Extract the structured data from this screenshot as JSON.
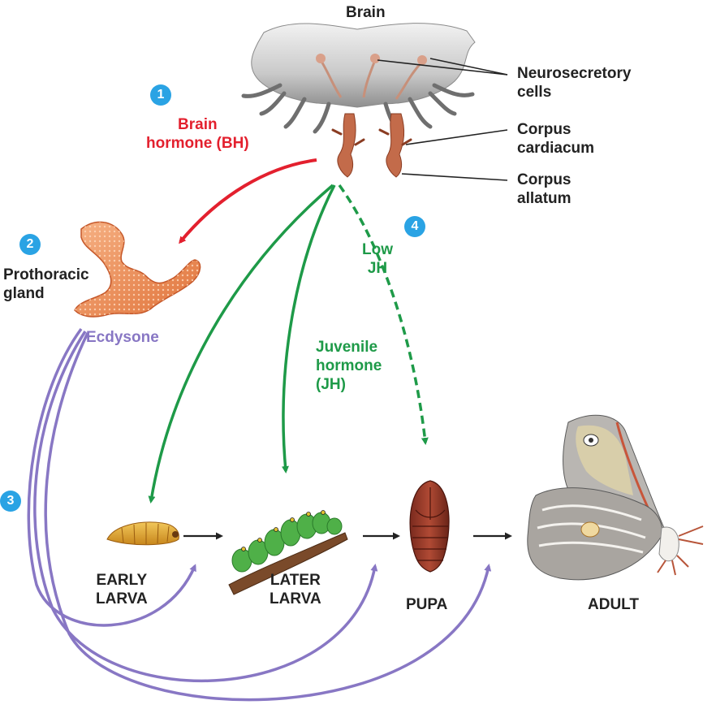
{
  "title": "Brain",
  "colors": {
    "brain_hormone": "#e3202e",
    "juvenile_hormone": "#1e9a48",
    "ecdysone": "#8877c4",
    "step_badge": "#2aa3e4",
    "label_text": "#222222"
  },
  "brain_labels": {
    "neurosecretory": [
      "Neurosecretory",
      "cells"
    ],
    "corpus_cardiacum": [
      "Corpus",
      "cardiacum"
    ],
    "corpus_allatum": [
      "Corpus",
      "allatum"
    ]
  },
  "steps": [
    {
      "number": "1"
    },
    {
      "number": "2"
    },
    {
      "number": "3"
    },
    {
      "number": "4"
    }
  ],
  "hormones": {
    "brain_hormone": [
      "Brain",
      "hormone (BH)"
    ],
    "prothoracic_gland": [
      "Prothoracic",
      "gland"
    ],
    "ecdysone": "Ecdysone",
    "juvenile_hormone": [
      "Juvenile",
      "hormone",
      "(JH)"
    ],
    "low_jh": [
      "Low",
      "JH"
    ]
  },
  "stages": {
    "early_larva": [
      "EARLY",
      "LARVA"
    ],
    "later_larva": [
      "LATER",
      "LARVA"
    ],
    "pupa": "PUPA",
    "adult": "ADULT"
  },
  "icons": [
    "brain-illustration",
    "prothoracic-gland-illustration",
    "early-larva-icon",
    "later-larva-caterpillar-icon",
    "pupa-icon",
    "adult-moth-icon"
  ]
}
